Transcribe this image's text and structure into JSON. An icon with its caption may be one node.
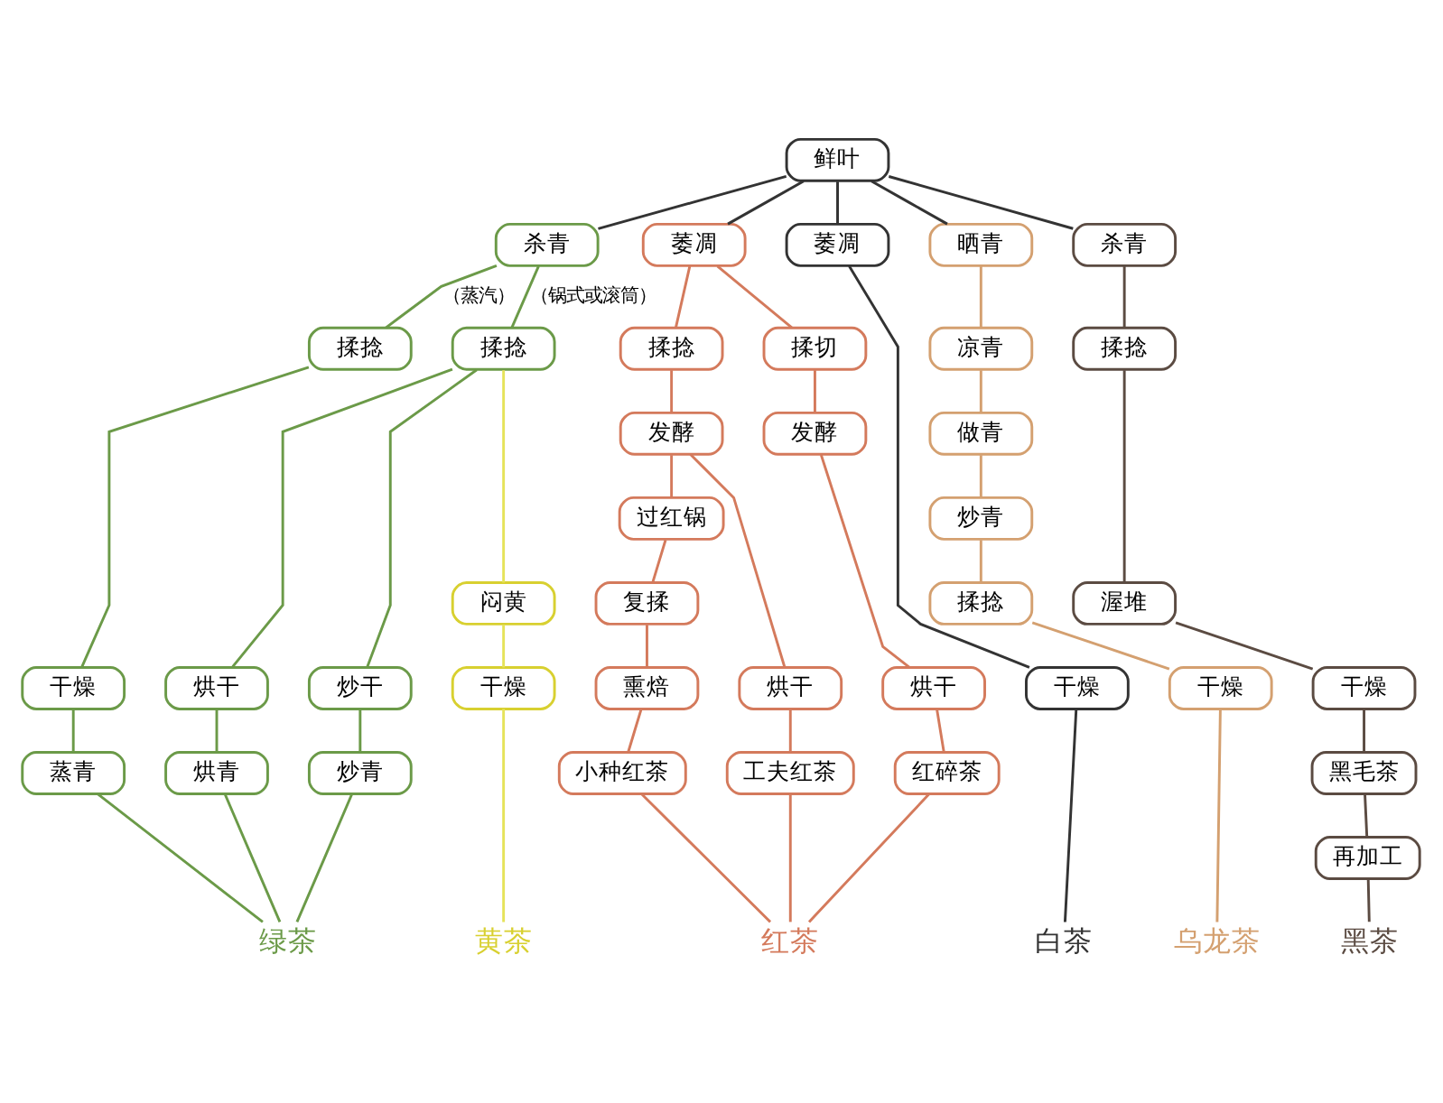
{
  "diagram": {
    "nodes": [
      {
        "text": [
          "鲜叶"
        ]
      },
      {
        "text": [
          "杀青"
        ]
      },
      {
        "text": [
          "萎凋"
        ]
      },
      {
        "text": [
          "萎凋"
        ]
      },
      {
        "text": [
          "晒青"
        ]
      },
      {
        "text": [
          "杀青"
        ]
      },
      {
        "text": [
          "揉捻"
        ]
      },
      {
        "text": [
          "揉捻"
        ]
      },
      {
        "text": [
          "揉捻"
        ]
      },
      {
        "text": [
          "揉切"
        ]
      },
      {
        "text": [
          "发酵"
        ]
      },
      {
        "text": [
          "发酵"
        ]
      },
      {
        "text": [
          "过红锅"
        ]
      },
      {
        "text": [
          "复揉"
        ]
      },
      {
        "text": [
          "凉青"
        ]
      },
      {
        "text": [
          "做青"
        ]
      },
      {
        "text": [
          "炒青"
        ]
      },
      {
        "text": [
          "揉捻"
        ]
      },
      {
        "text": [
          "揉捻"
        ]
      },
      {
        "text": [
          "渥堆"
        ]
      },
      {
        "text": [
          "闷黄"
        ]
      },
      {
        "text": [
          "干燥"
        ]
      },
      {
        "text": [
          "烘干"
        ]
      },
      {
        "text": [
          "炒干"
        ]
      },
      {
        "text": [
          "干燥"
        ]
      },
      {
        "text": [
          "熏焙"
        ]
      },
      {
        "text": [
          "烘干"
        ]
      },
      {
        "text": [
          "烘干"
        ]
      },
      {
        "text": [
          "干燥"
        ]
      },
      {
        "text": [
          "干燥"
        ]
      },
      {
        "text": [
          "干燥"
        ]
      },
      {
        "text": [
          "蒸青"
        ]
      },
      {
        "text": [
          "烘青"
        ]
      },
      {
        "text": [
          "炒青"
        ]
      },
      {
        "text": [
          "小种红茶"
        ]
      },
      {
        "text": [
          "工夫红茶"
        ]
      },
      {
        "text": [
          "红碎茶"
        ]
      },
      {
        "text": [
          "黑毛茶"
        ]
      },
      {
        "text": [
          "再加工"
        ]
      },
      {
        "text": [
          "绿茶"
        ]
      },
      {
        "text": [
          "黄茶"
        ]
      },
      {
        "text": [
          "红茶"
        ]
      },
      {
        "text": [
          "白茶"
        ]
      },
      {
        "text": [
          "乌龙茶"
        ]
      },
      {
        "text": [
          "黑茶"
        ]
      }
    ],
    "edges": [
      {
        "from": 0,
        "to": 1,
        "arrow": "none",
        "color": "#333333"
      },
      {
        "from": 0,
        "to": 2,
        "arrow": "none",
        "color": "#333333"
      },
      {
        "from": 0,
        "to": 3,
        "arrow": "none",
        "color": "#333333"
      },
      {
        "from": 0,
        "to": 4,
        "arrow": "none",
        "color": "#333333"
      },
      {
        "from": 0,
        "to": 5,
        "arrow": "none",
        "color": "#333333"
      },
      {
        "from": 1,
        "to": 6,
        "arrow": "none",
        "label": "（蒸汽）",
        "color": "#6b9a48"
      },
      {
        "from": 1,
        "to": 7,
        "arrow": "none",
        "label": "（锅式或滚筒）",
        "color": "#6b9a48"
      },
      {
        "from": 6,
        "to": 21,
        "arrow": "none",
        "color": "#6b9a48"
      },
      {
        "from": 7,
        "to": 22,
        "arrow": "none",
        "color": "#6b9a48"
      },
      {
        "from": 7,
        "to": 23,
        "arrow": "none",
        "color": "#6b9a48"
      },
      {
        "from": 7,
        "to": 20,
        "arrow": "none",
        "color": "#e6e35a"
      },
      {
        "from": 21,
        "to": 31,
        "arrow": "none",
        "color": "#6b9a48"
      },
      {
        "from": 22,
        "to": 32,
        "arrow": "none",
        "color": "#6b9a48"
      },
      {
        "from": 23,
        "to": 33,
        "arrow": "none",
        "color": "#6b9a48"
      },
      {
        "from": 31,
        "to": 39,
        "arrow": "none",
        "color": "#6b9a48"
      },
      {
        "from": 32,
        "to": 39,
        "arrow": "none",
        "color": "#6b9a48"
      },
      {
        "from": 33,
        "to": 39,
        "arrow": "none",
        "color": "#6b9a48"
      },
      {
        "from": 20,
        "to": 24,
        "arrow": "none",
        "color": "#e6e35a"
      },
      {
        "from": 24,
        "to": 40,
        "arrow": "none",
        "color": "#e6e35a"
      },
      {
        "from": 2,
        "to": 8,
        "arrow": "none",
        "color": "#d47a5c"
      },
      {
        "from": 2,
        "to": 9,
        "arrow": "none",
        "color": "#d47a5c"
      },
      {
        "from": 8,
        "to": 10,
        "arrow": "none",
        "color": "#d47a5c"
      },
      {
        "from": 9,
        "to": 11,
        "arrow": "none",
        "color": "#d47a5c"
      },
      {
        "from": 10,
        "to": 12,
        "arrow": "none",
        "color": "#d47a5c"
      },
      {
        "from": 10,
        "to": 26,
        "arrow": "none",
        "color": "#d47a5c"
      },
      {
        "from": 12,
        "to": 13,
        "arrow": "none",
        "color": "#d47a5c"
      },
      {
        "from": 13,
        "to": 25,
        "arrow": "none",
        "color": "#d47a5c"
      },
      {
        "from": 11,
        "to": 27,
        "arrow": "none",
        "color": "#d47a5c"
      },
      {
        "from": 25,
        "to": 34,
        "arrow": "none",
        "color": "#d47a5c"
      },
      {
        "from": 26,
        "to": 35,
        "arrow": "none",
        "color": "#d47a5c"
      },
      {
        "from": 27,
        "to": 36,
        "arrow": "none",
        "color": "#d47a5c"
      },
      {
        "from": 34,
        "to": 41,
        "arrow": "none",
        "color": "#d47a5c"
      },
      {
        "from": 35,
        "to": 41,
        "arrow": "none",
        "color": "#d47a5c"
      },
      {
        "from": 36,
        "to": 41,
        "arrow": "none",
        "color": "#d47a5c"
      },
      {
        "from": 3,
        "to": 28,
        "arrow": "none",
        "color": "#333333"
      },
      {
        "from": 28,
        "to": 42,
        "arrow": "none",
        "color": "#333333"
      },
      {
        "from": 4,
        "to": 14,
        "arrow": "none",
        "color": "#d4a070"
      },
      {
        "from": 14,
        "to": 15,
        "arrow": "none",
        "color": "#d4a070"
      },
      {
        "from": 15,
        "to": 16,
        "arrow": "none",
        "color": "#d4a070"
      },
      {
        "from": 16,
        "to": 17,
        "arrow": "none",
        "color": "#d4a070"
      },
      {
        "from": 17,
        "to": 29,
        "arrow": "none",
        "color": "#d4a070"
      },
      {
        "from": 29,
        "to": 43,
        "arrow": "none",
        "color": "#d4a070"
      },
      {
        "from": 5,
        "to": 18,
        "arrow": "none",
        "color": "#5b4b42"
      },
      {
        "from": 18,
        "to": 19,
        "arrow": "none",
        "color": "#5b4b42"
      },
      {
        "from": 19,
        "to": 30,
        "arrow": "none",
        "color": "#5b4b42"
      },
      {
        "from": 30,
        "to": 37,
        "arrow": "none",
        "color": "#5b4b42"
      },
      {
        "from": 37,
        "to": 38,
        "arrow": "none",
        "color": "#5b4b42"
      },
      {
        "from": 38,
        "to": 44,
        "arrow": "none",
        "color": "#5b4b42"
      }
    ]
  }
}
